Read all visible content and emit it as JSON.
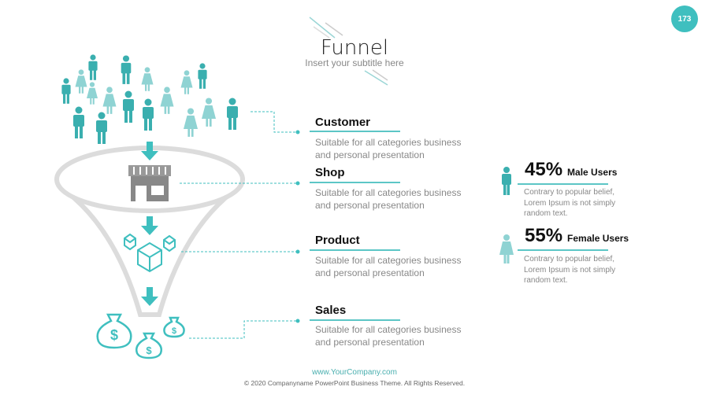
{
  "header": {
    "title": "Funnel",
    "subtitle": "Insert your subtitle here",
    "page_number": "173"
  },
  "stages": [
    {
      "title": "Customer",
      "desc": "Suitable for all categories business and personal presentation",
      "icon": "people-crowd-icon"
    },
    {
      "title": "Shop",
      "desc": "Suitable for all categories business and personal presentation",
      "icon": "store-icon"
    },
    {
      "title": "Product",
      "desc": "Suitable for all categories business and personal presentation",
      "icon": "boxes-icon"
    },
    {
      "title": "Sales",
      "desc": "Suitable for all categories business and personal presentation",
      "icon": "money-bag-icon"
    }
  ],
  "stats": [
    {
      "value": "45%",
      "label": "Male Users",
      "desc": "Contrary to popular belief, Lorem Ipsum is not simply random text.",
      "icon": "male-icon",
      "color": "#3aafaf"
    },
    {
      "value": "55%",
      "label": "Female Users",
      "desc": "Contrary to popular belief, Lorem Ipsum is not simply random text.",
      "icon": "female-icon",
      "color": "#8fd3d3"
    }
  ],
  "footer": {
    "website": "www.YourCompany.com",
    "copyright": "© 2020 Companyname PowerPoint Business Theme. All Rights Reserved."
  },
  "colors": {
    "accent": "#3fbfbf",
    "funnel": "#dcdcdc"
  }
}
